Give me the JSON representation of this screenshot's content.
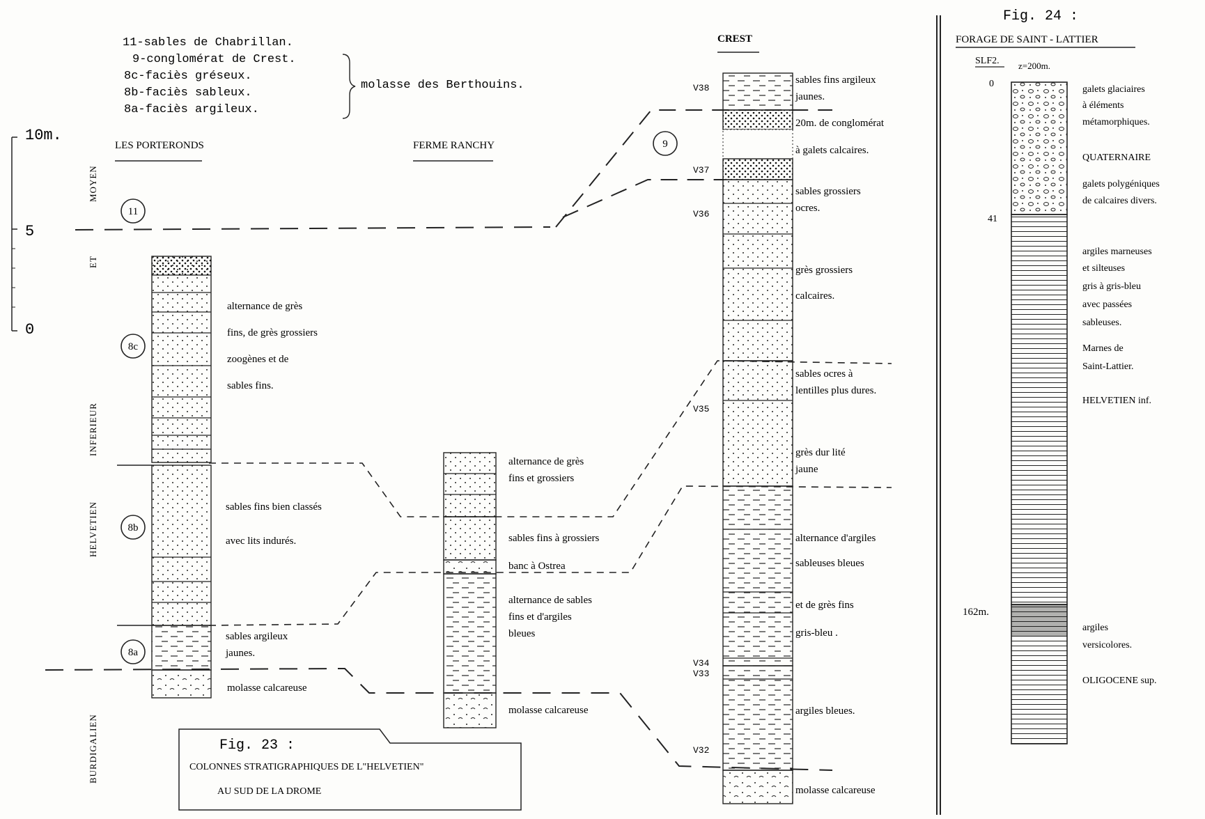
{
  "legend": {
    "items": [
      "11-sables de Chabrillan.",
      "9-conglomérat de Crest.",
      "8c-faciès gréseux.",
      "8b-faciès sableux.",
      "8a-faciès argileux."
    ],
    "group_label": "molasse des Berthouins."
  },
  "scale": {
    "top": "10m.",
    "mid": "5",
    "bottom": "0"
  },
  "stages": {
    "moyen": "MOYEN",
    "et": "ET",
    "inferieur": "INFERIEUR",
    "helvetien": "HELVETIEN",
    "burdigalien": "BURDIGALIEN"
  },
  "columns": {
    "porteronds": {
      "title": "LES PORTERONDS",
      "labels": [
        "alternance de grès",
        "fins, de grès grossiers",
        "zoogènes et de",
        "sables fins.",
        "sables fins bien classés",
        "avec lits indurés.",
        "sables argileux",
        "jaunes.",
        "molasse calcareuse"
      ]
    },
    "ranchy": {
      "title": "FERME RANCHY",
      "labels": [
        "alternance de grès",
        "fins et grossiers",
        "sables fins à grossiers",
        "banc à Ostrea",
        "alternance de sables",
        "fins et d'argiles",
        "bleues",
        "molasse calcareuse"
      ]
    },
    "crest": {
      "title": "CREST",
      "labels": [
        "sables fins argileux",
        "jaunes.",
        "20m. de conglomérat",
        "à galets calcaires.",
        "sables grossiers",
        "ocres.",
        "grès grossiers",
        "calcaires.",
        "sables ocres à",
        "lentilles plus dures.",
        "grès dur lité",
        "jaune",
        "alternance d'argiles",
        "sableuses bleues",
        "et de grès fins",
        "gris-bleu .",
        "argiles bleues.",
        "molasse calcareuse"
      ],
      "samples": [
        "V38",
        "V37",
        "V36",
        "V35",
        "V34",
        "V33",
        "V32"
      ]
    }
  },
  "circles": [
    "11",
    "8c",
    "8b",
    "8a",
    "9"
  ],
  "fig23": {
    "title": "Fig. 23 :",
    "line1": "COLONNES STRATIGRAPHIQUES DE L\"HELVETIEN\"",
    "line2": "AU SUD DE LA DROME"
  },
  "fig24": {
    "title": "Fig. 24 :",
    "heading": "FORAGE DE SAINT - LATTIER",
    "code": "SLF2.",
    "elevation": "z=200m.",
    "depths": [
      "0",
      "41",
      "162m."
    ],
    "labels": [
      "galets glaciaires",
      "à éléments",
      "métamorphiques.",
      "QUATERNAIRE",
      "galets polygéniques",
      "de calcaires divers.",
      "argiles marneuses",
      "et silteuses",
      "gris à gris-bleu",
      "avec passées",
      "sableuses.",
      "Marnes de",
      "Saint-Lattier.",
      "HELVETIEN inf.",
      "argiles",
      "versicolores.",
      "OLIGOCENE sup."
    ]
  }
}
